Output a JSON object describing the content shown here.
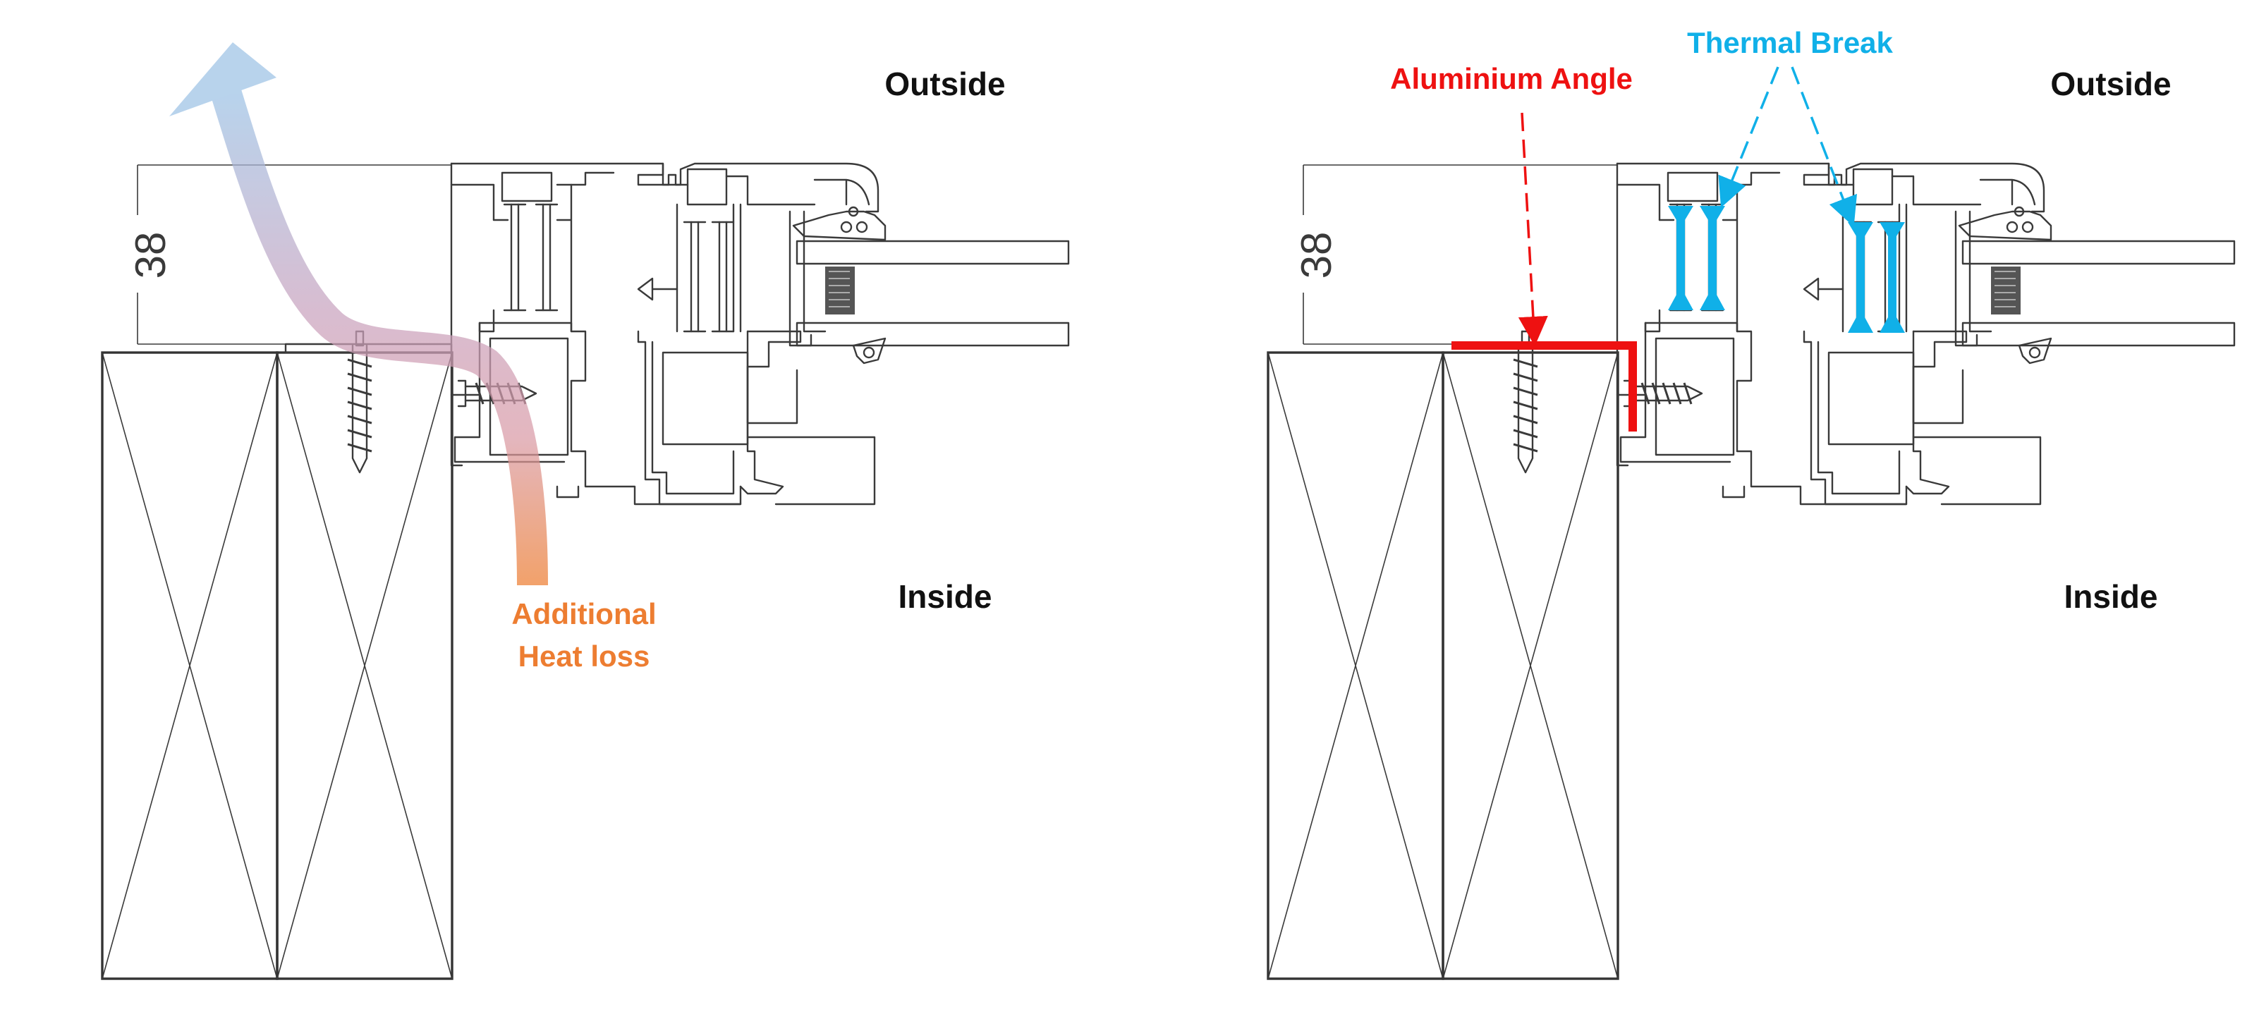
{
  "left_panel": {
    "outside_label": "Outside",
    "inside_label": "Inside",
    "dimension_value": "38",
    "heat_loss_label_line1": "Additional",
    "heat_loss_label_line2": "Heat loss"
  },
  "right_panel": {
    "outside_label": "Outside",
    "inside_label": "Inside",
    "dimension_value": "38",
    "aluminium_angle_label": "Aluminium Angle",
    "thermal_break_label": "Thermal Break"
  },
  "colors": {
    "heat_loss_orange": "#ED7D31",
    "heat_loss_blue": "#9DC3E6",
    "aluminium_angle_red": "#EE1111",
    "thermal_break_blue": "#10B0E8",
    "line_gray": "#3a3a3a"
  }
}
